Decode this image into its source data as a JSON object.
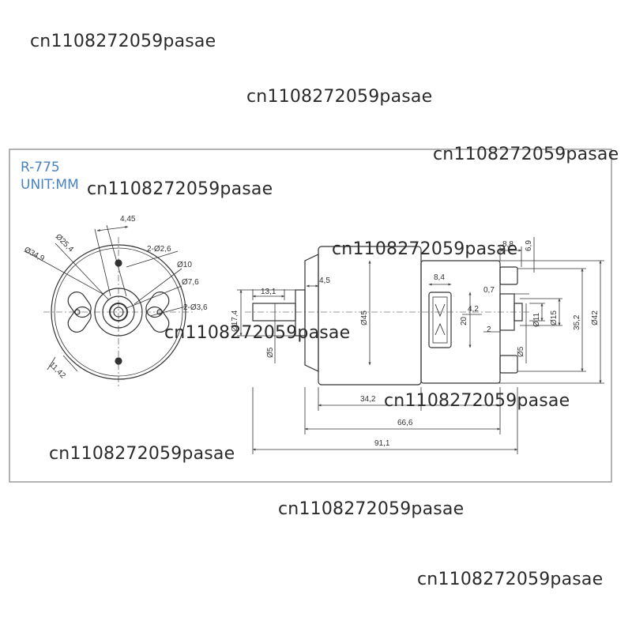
{
  "model": "R-775",
  "unit": "UNIT:MM",
  "watermark": "cn1108272059pasae",
  "front_view": {
    "dims": {
      "d34_9": "Ø34,9",
      "d25_4": "Ø25,4",
      "w4_45": "4,45",
      "d2_6": "2-Ø2,6",
      "d10": "Ø10",
      "d7_6": "Ø7,6",
      "d3_6": "2-Ø3,6",
      "w11_42": "11,42"
    }
  },
  "side_view": {
    "dims": {
      "d17_4": "Ø17,4",
      "d5": "Ø5",
      "l13_1": "13,1",
      "l4_5": "4,5",
      "d45": "Ø45",
      "l8_4": "8,4",
      "h20": "20",
      "l4_2": "4,2",
      "l2": "2",
      "l0_7": "0,7",
      "d11": "Ø11",
      "d15": "Ø15",
      "h35_2": "35,2",
      "d42": "Ø42",
      "d5_rear": "Ø5",
      "l8_8": "8,8",
      "l6_9": "6,9",
      "l34_2": "34,2",
      "l66_6": "66,6",
      "l91_1": "91,1"
    }
  }
}
